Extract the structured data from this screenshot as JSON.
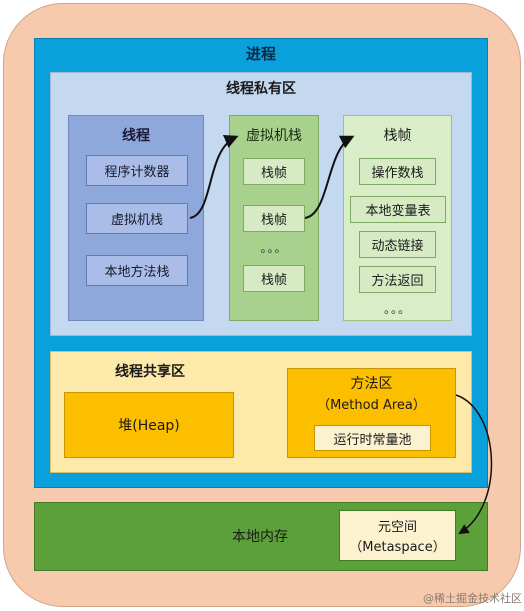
{
  "process": {
    "title": "进程"
  },
  "private_area": {
    "title": "线程私有区",
    "thread": {
      "title": "线程",
      "items": [
        "程序计数器",
        "虚拟机栈",
        "本地方法栈"
      ]
    },
    "vm_stack": {
      "title": "虚拟机栈",
      "items": [
        "栈帧",
        "栈帧",
        "。。。",
        "栈帧"
      ]
    },
    "stack_frame": {
      "title": "栈帧",
      "items": [
        "操作数栈",
        "本地变量表",
        "动态链接",
        "方法返回",
        "。。。"
      ]
    }
  },
  "shared_area": {
    "title": "线程共享区",
    "heap": "堆(Heap)",
    "method_area": {
      "title": "方法区",
      "subtitle": "（Method Area）",
      "pool": "运行时常量池"
    }
  },
  "native_memory": {
    "title": "本地内存",
    "metaspace": {
      "title": "元空间",
      "subtitle": "（Metaspace）"
    }
  },
  "watermark": "@稀土掘金技术社区",
  "colors": {
    "outer": "#f7c9ad",
    "process": "#0aa0dc",
    "private": "#c4d9ef",
    "thread": "#8fa8dc",
    "vm_stack": "#a9d18e",
    "shared": "#fde9a9",
    "method": "#fcbf00",
    "native": "#5ca03a"
  }
}
